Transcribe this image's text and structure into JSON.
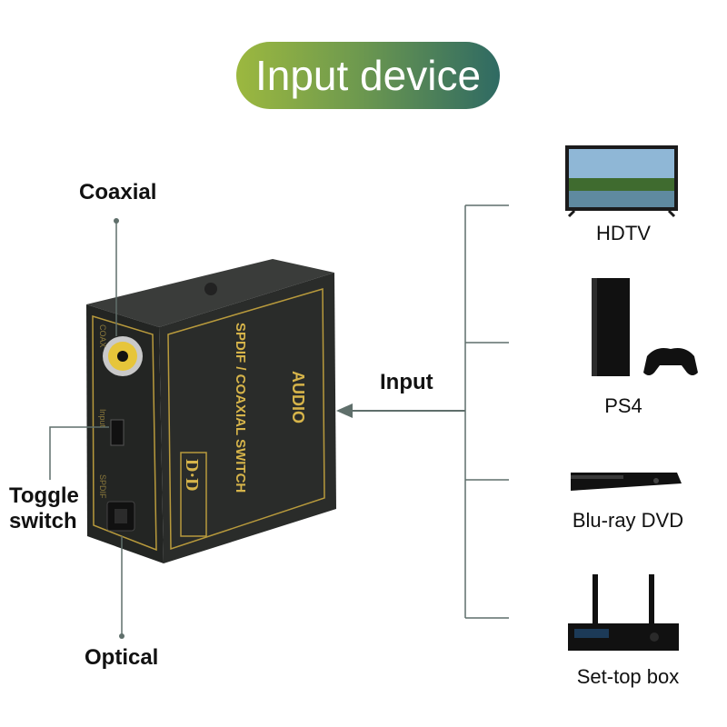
{
  "header": {
    "title": "Input device"
  },
  "callouts": {
    "coaxial": "Coaxial",
    "toggle": "Toggle switch",
    "optical": "Optical",
    "input": "Input"
  },
  "device_box": {
    "top_text": "AUDIO",
    "side_text": "SPDIF / COAXIAL SWITCH",
    "logo_text": "D·D",
    "port_coax": "COAX",
    "port_input": "Input",
    "port_spdif": "SPDIF"
  },
  "devices": [
    {
      "label": "HDTV",
      "icon": "tv-icon"
    },
    {
      "label": "PS4",
      "icon": "game-console-icon"
    },
    {
      "label": "Blu-ray DVD",
      "icon": "bluray-player-icon"
    },
    {
      "label": "Set-top box",
      "icon": "router-box-icon"
    }
  ]
}
